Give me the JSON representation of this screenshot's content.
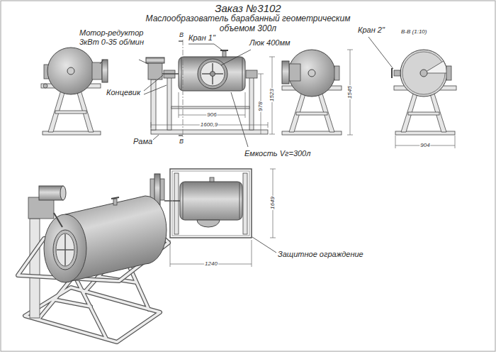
{
  "diagram": {
    "title": "Заказ №3102",
    "labels": [
      "Маслообразователь барабанный геометрическим объемом 300л",
      "Мотор-редуктор 3кВт 0-35 об/мин",
      "Кран 1\"",
      "Люк 400мм",
      "Кран 2\"",
      "В-В (1:10)",
      "Концевик",
      "Рама",
      "Емкость Vг=300л",
      "Защитное ограждение",
      "В",
      "В",
      "906",
      "1600,9",
      "1523",
      "978",
      "1545",
      "904",
      "1649",
      "1240"
    ]
  }
}
